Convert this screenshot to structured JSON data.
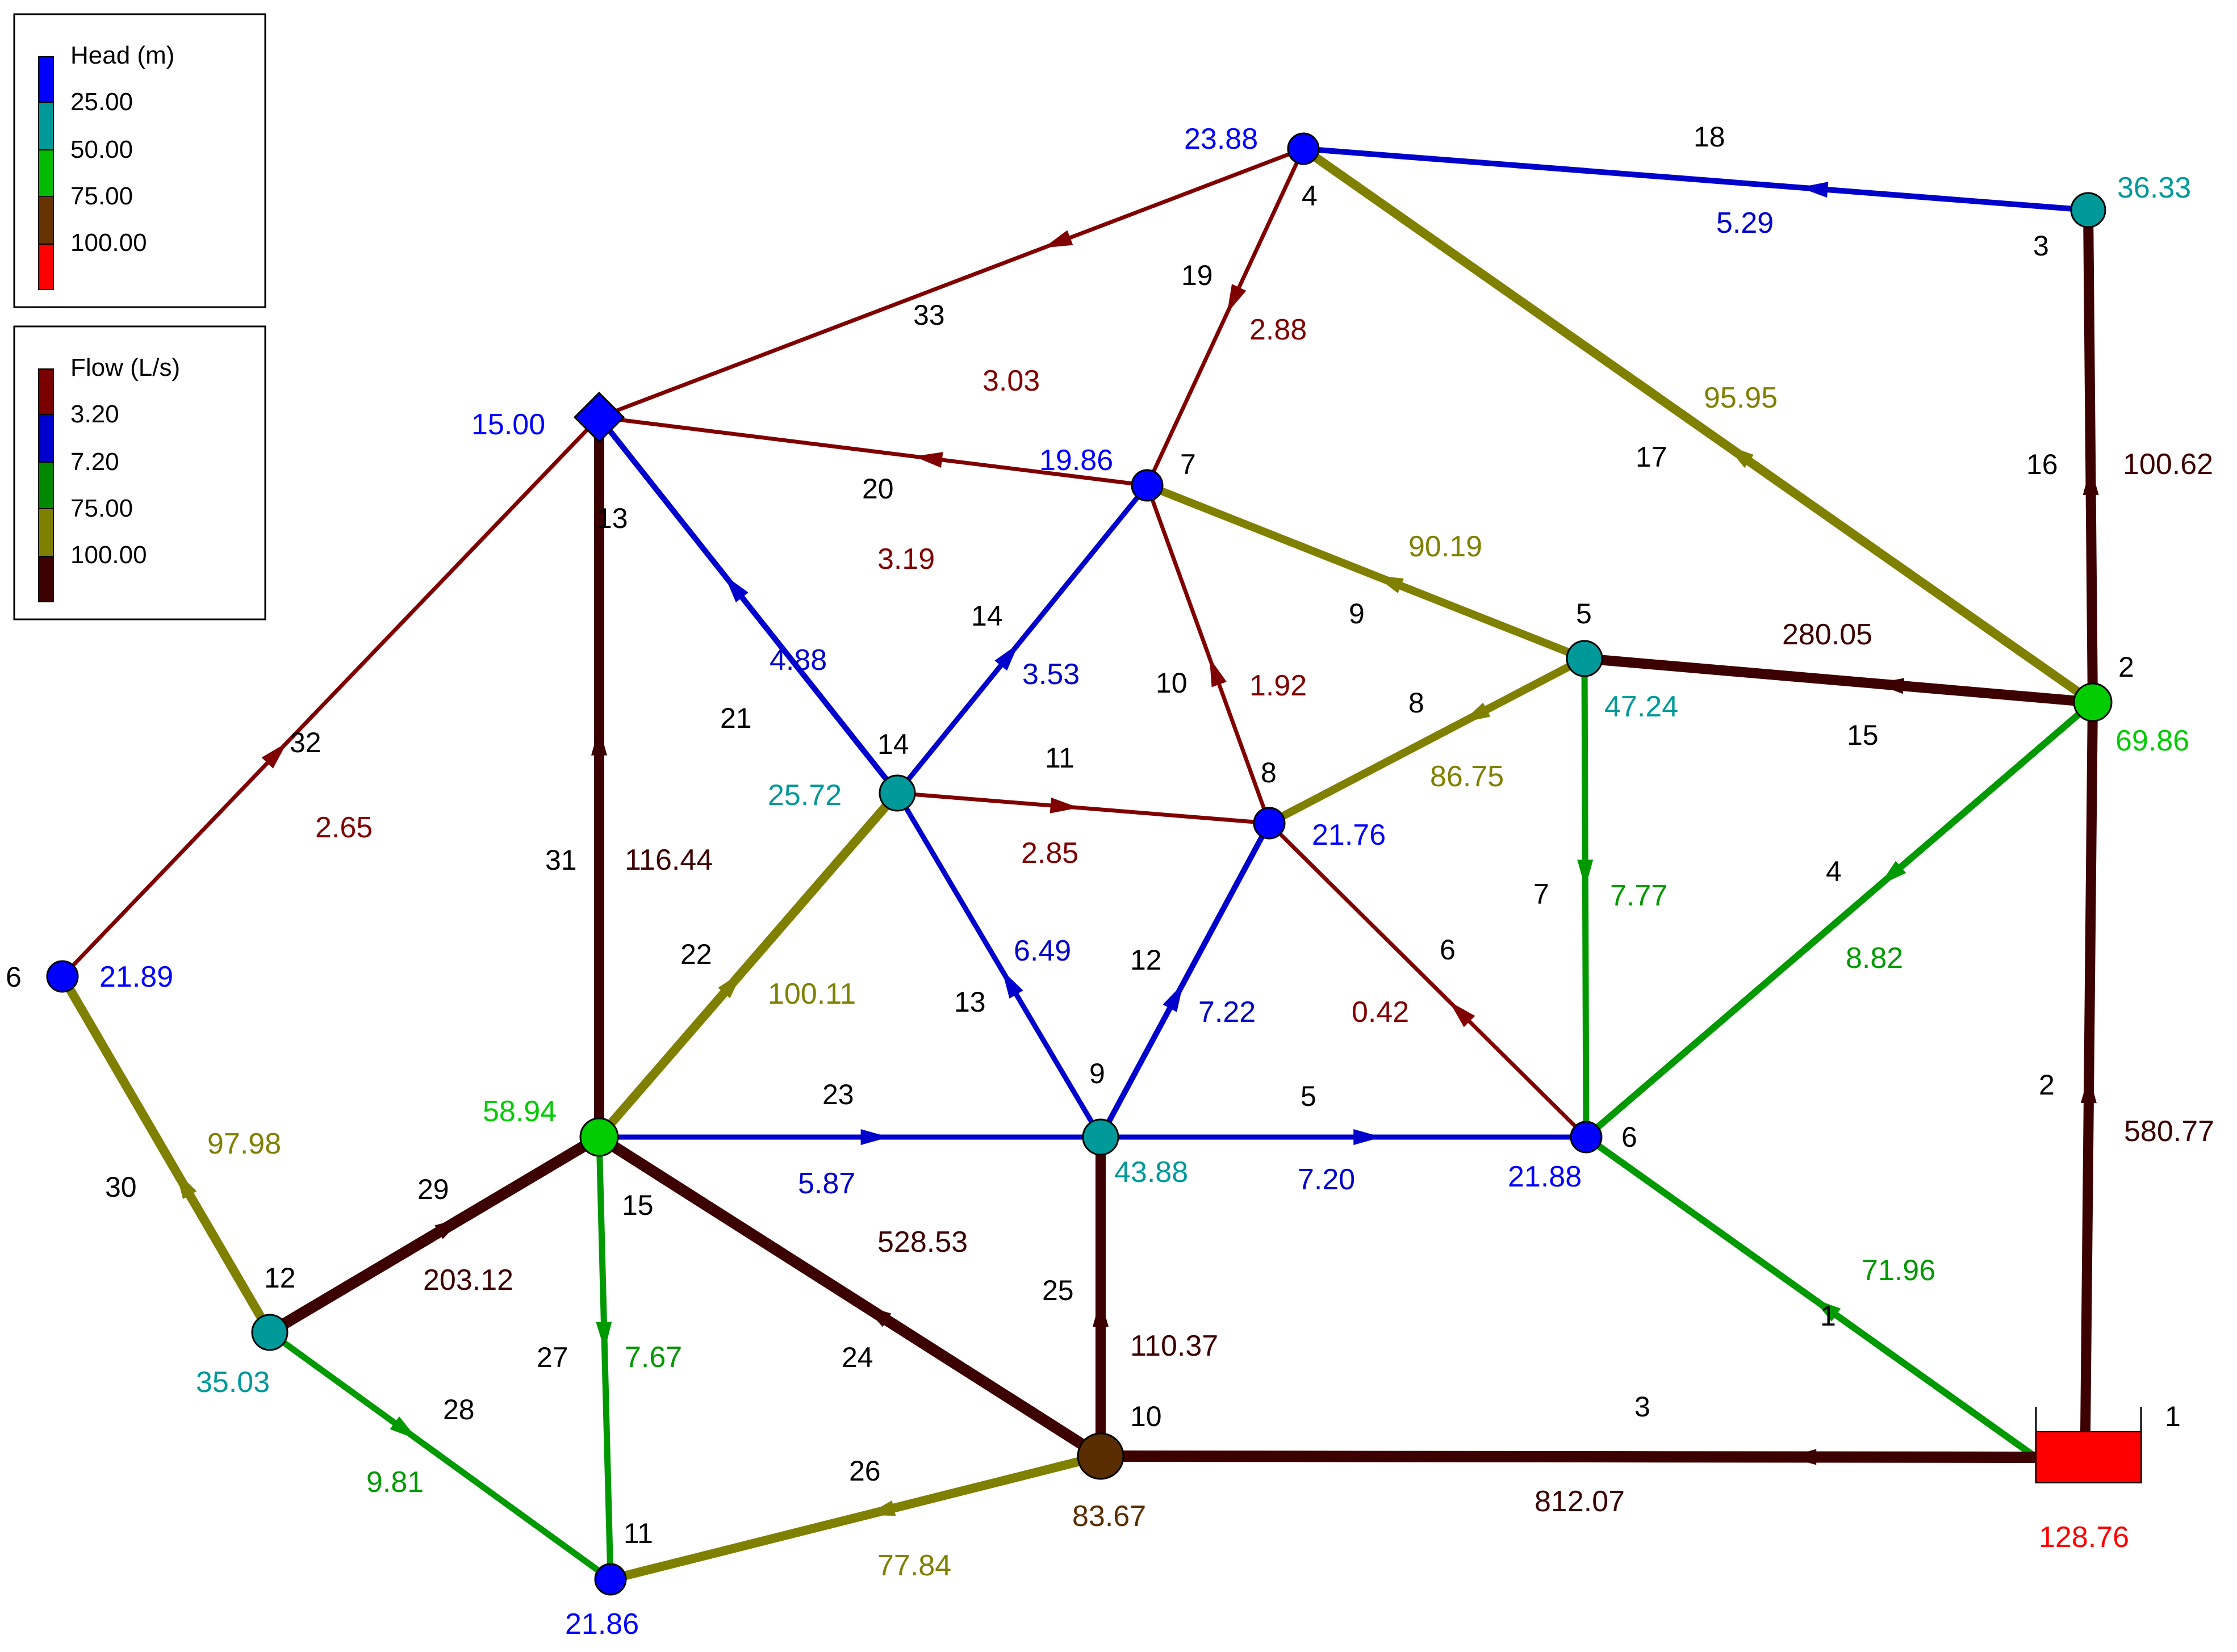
{
  "legend_head": {
    "title": "Head (m)",
    "items": [
      {
        "label": "25.00",
        "color": "#0000ff"
      },
      {
        "label": "50.00",
        "color": "#009999"
      },
      {
        "label": "75.00",
        "color": "#00bb00"
      },
      {
        "label": "100.00",
        "color": "#663300"
      },
      {
        "label": "",
        "color": "#ff0000"
      }
    ],
    "swatch_top": "#0000ff"
  },
  "legend_flow": {
    "title": "Flow (L/s)",
    "items": [
      {
        "label": "3.20",
        "color": "#7a0000"
      },
      {
        "label": "7.20",
        "color": "#0000cc"
      },
      {
        "label": "75.00",
        "color": "#008800"
      },
      {
        "label": "100.00",
        "color": "#808000"
      },
      {
        "label": "",
        "color": "#3d0000"
      }
    ]
  },
  "colors": {
    "flow_low": "#800000",
    "flow_blue": "#0000cc",
    "flow_green": "#009900",
    "flow_olive": "#808000",
    "flow_high": "#3d0000",
    "head_blue": "#0000ff",
    "head_teal": "#009999",
    "head_green": "#00cc00",
    "head_brown": "#5a2d00",
    "head_red": "#ff0000"
  },
  "nodes": [
    {
      "id": "1",
      "head": "128.76",
      "type": "reservoir"
    },
    {
      "id": "2",
      "head": "69.86"
    },
    {
      "id": "3",
      "head": "36.33"
    },
    {
      "id": "4",
      "head": "23.88"
    },
    {
      "id": "5",
      "head": "47.24"
    },
    {
      "id": "6",
      "head": "21.88"
    },
    {
      "id": "7",
      "head": "19.86"
    },
    {
      "id": "8",
      "head": "21.76"
    },
    {
      "id": "9",
      "head": "43.88"
    },
    {
      "id": "10",
      "head": "83.67"
    },
    {
      "id": "11",
      "head": "21.86"
    },
    {
      "id": "12",
      "head": "35.03"
    },
    {
      "id": "13",
      "head": "15.00",
      "type": "tank"
    },
    {
      "id": "14",
      "head": "25.72"
    },
    {
      "id": "15",
      "head": "58.94"
    },
    {
      "id": "6b",
      "label": "6",
      "head": "21.89"
    }
  ],
  "links": [
    {
      "id": "1",
      "flow": "71.96"
    },
    {
      "id": "2",
      "flow": "580.77"
    },
    {
      "id": "3",
      "flow": "812.07"
    },
    {
      "id": "4",
      "flow": "8.82"
    },
    {
      "id": "5",
      "flow": "7.20"
    },
    {
      "id": "6",
      "flow": "0.42"
    },
    {
      "id": "7",
      "flow": "7.77"
    },
    {
      "id": "8",
      "flow": "86.75"
    },
    {
      "id": "9",
      "flow": "90.19"
    },
    {
      "id": "10",
      "flow": "1.92"
    },
    {
      "id": "11",
      "flow": "2.85"
    },
    {
      "id": "12",
      "flow": "7.22"
    },
    {
      "id": "13",
      "flow": "6.49"
    },
    {
      "id": "14",
      "flow": "3.53"
    },
    {
      "id": "15",
      "flow": "280.05"
    },
    {
      "id": "16",
      "flow": "100.62"
    },
    {
      "id": "17",
      "flow": "95.95"
    },
    {
      "id": "18",
      "flow": "5.29"
    },
    {
      "id": "19",
      "flow": "2.88"
    },
    {
      "id": "20",
      "flow": "3.19"
    },
    {
      "id": "21",
      "flow": "4.88"
    },
    {
      "id": "22",
      "flow": "100.11"
    },
    {
      "id": "23",
      "flow": "5.87"
    },
    {
      "id": "24",
      "flow": "528.53"
    },
    {
      "id": "25",
      "flow": "110.37"
    },
    {
      "id": "26",
      "flow": "77.84"
    },
    {
      "id": "27",
      "flow": "7.67"
    },
    {
      "id": "28",
      "flow": "9.81"
    },
    {
      "id": "29",
      "flow": "203.12"
    },
    {
      "id": "30",
      "flow": "97.98"
    },
    {
      "id": "31",
      "flow": "116.44"
    },
    {
      "id": "32",
      "flow": "2.65"
    },
    {
      "id": "33",
      "flow": "3.03"
    }
  ]
}
